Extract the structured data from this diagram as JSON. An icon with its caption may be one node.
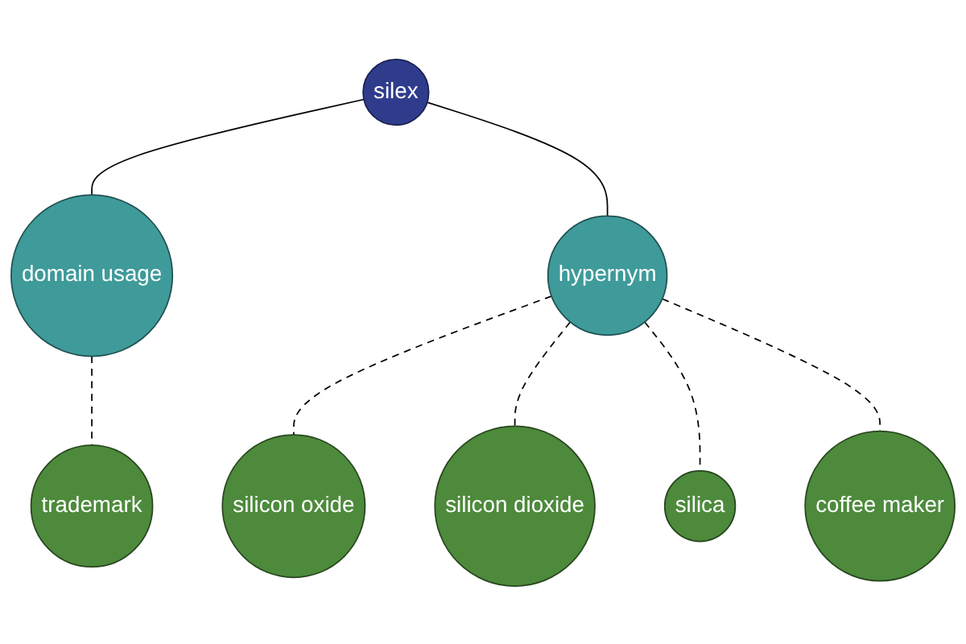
{
  "diagram": {
    "nodes": [
      {
        "text": [
          "silex"
        ]
      },
      {
        "text": [
          "domain usage"
        ]
      },
      {
        "text": [
          "trademark"
        ]
      },
      {
        "text": [
          "hypernym"
        ]
      },
      {
        "text": [
          "silicon oxide"
        ]
      },
      {
        "text": [
          "silicon dioxide"
        ]
      },
      {
        "text": [
          "silica"
        ]
      },
      {
        "text": [
          "coffee maker"
        ]
      }
    ],
    "edges": [
      {
        "from": 0,
        "to": 1,
        "arrow": "none"
      },
      {
        "from": 1,
        "to": 2,
        "arrow": "none",
        "style": "dashed"
      },
      {
        "from": 0,
        "to": 3,
        "arrow": "none"
      },
      {
        "from": 3,
        "to": 4,
        "arrow": "none",
        "style": "dashed"
      },
      {
        "from": 3,
        "to": 5,
        "arrow": "none",
        "style": "dashed"
      },
      {
        "from": 3,
        "to": 6,
        "arrow": "none",
        "style": "dashed"
      },
      {
        "from": 3,
        "to": 7,
        "arrow": "none",
        "style": "dashed"
      }
    ]
  }
}
